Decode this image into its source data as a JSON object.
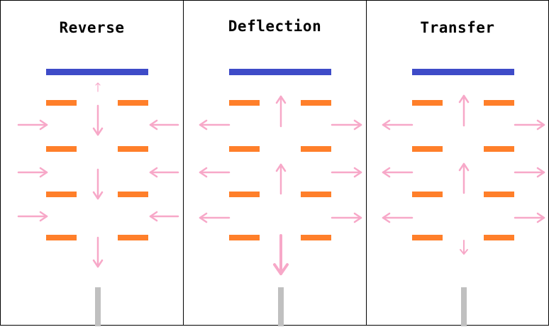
{
  "colors": {
    "plate": "#3e4bc8",
    "electrode": "#ff7f2a",
    "arrow": "#f7a8c8",
    "post": "#c0c0c0",
    "border": "#000000",
    "text": "#000000"
  },
  "panels": [
    {
      "title": "Reverse",
      "side_arrows": "inward",
      "center_arrows": [
        {
          "direction": "up",
          "strength": "small"
        },
        {
          "direction": "down",
          "strength": "medium"
        },
        {
          "direction": "down",
          "strength": "medium"
        },
        {
          "direction": "down",
          "strength": "medium"
        }
      ]
    },
    {
      "title": "Deflection",
      "side_arrows": "outward",
      "center_arrows": [
        {
          "direction": "up",
          "strength": "medium"
        },
        {
          "direction": "up",
          "strength": "medium"
        },
        {
          "direction": "down",
          "strength": "large"
        }
      ]
    },
    {
      "title": "Transfer",
      "side_arrows": "outward",
      "center_arrows": [
        {
          "direction": "up",
          "strength": "medium"
        },
        {
          "direction": "up",
          "strength": "medium"
        },
        {
          "direction": "down",
          "strength": "small"
        }
      ]
    }
  ]
}
